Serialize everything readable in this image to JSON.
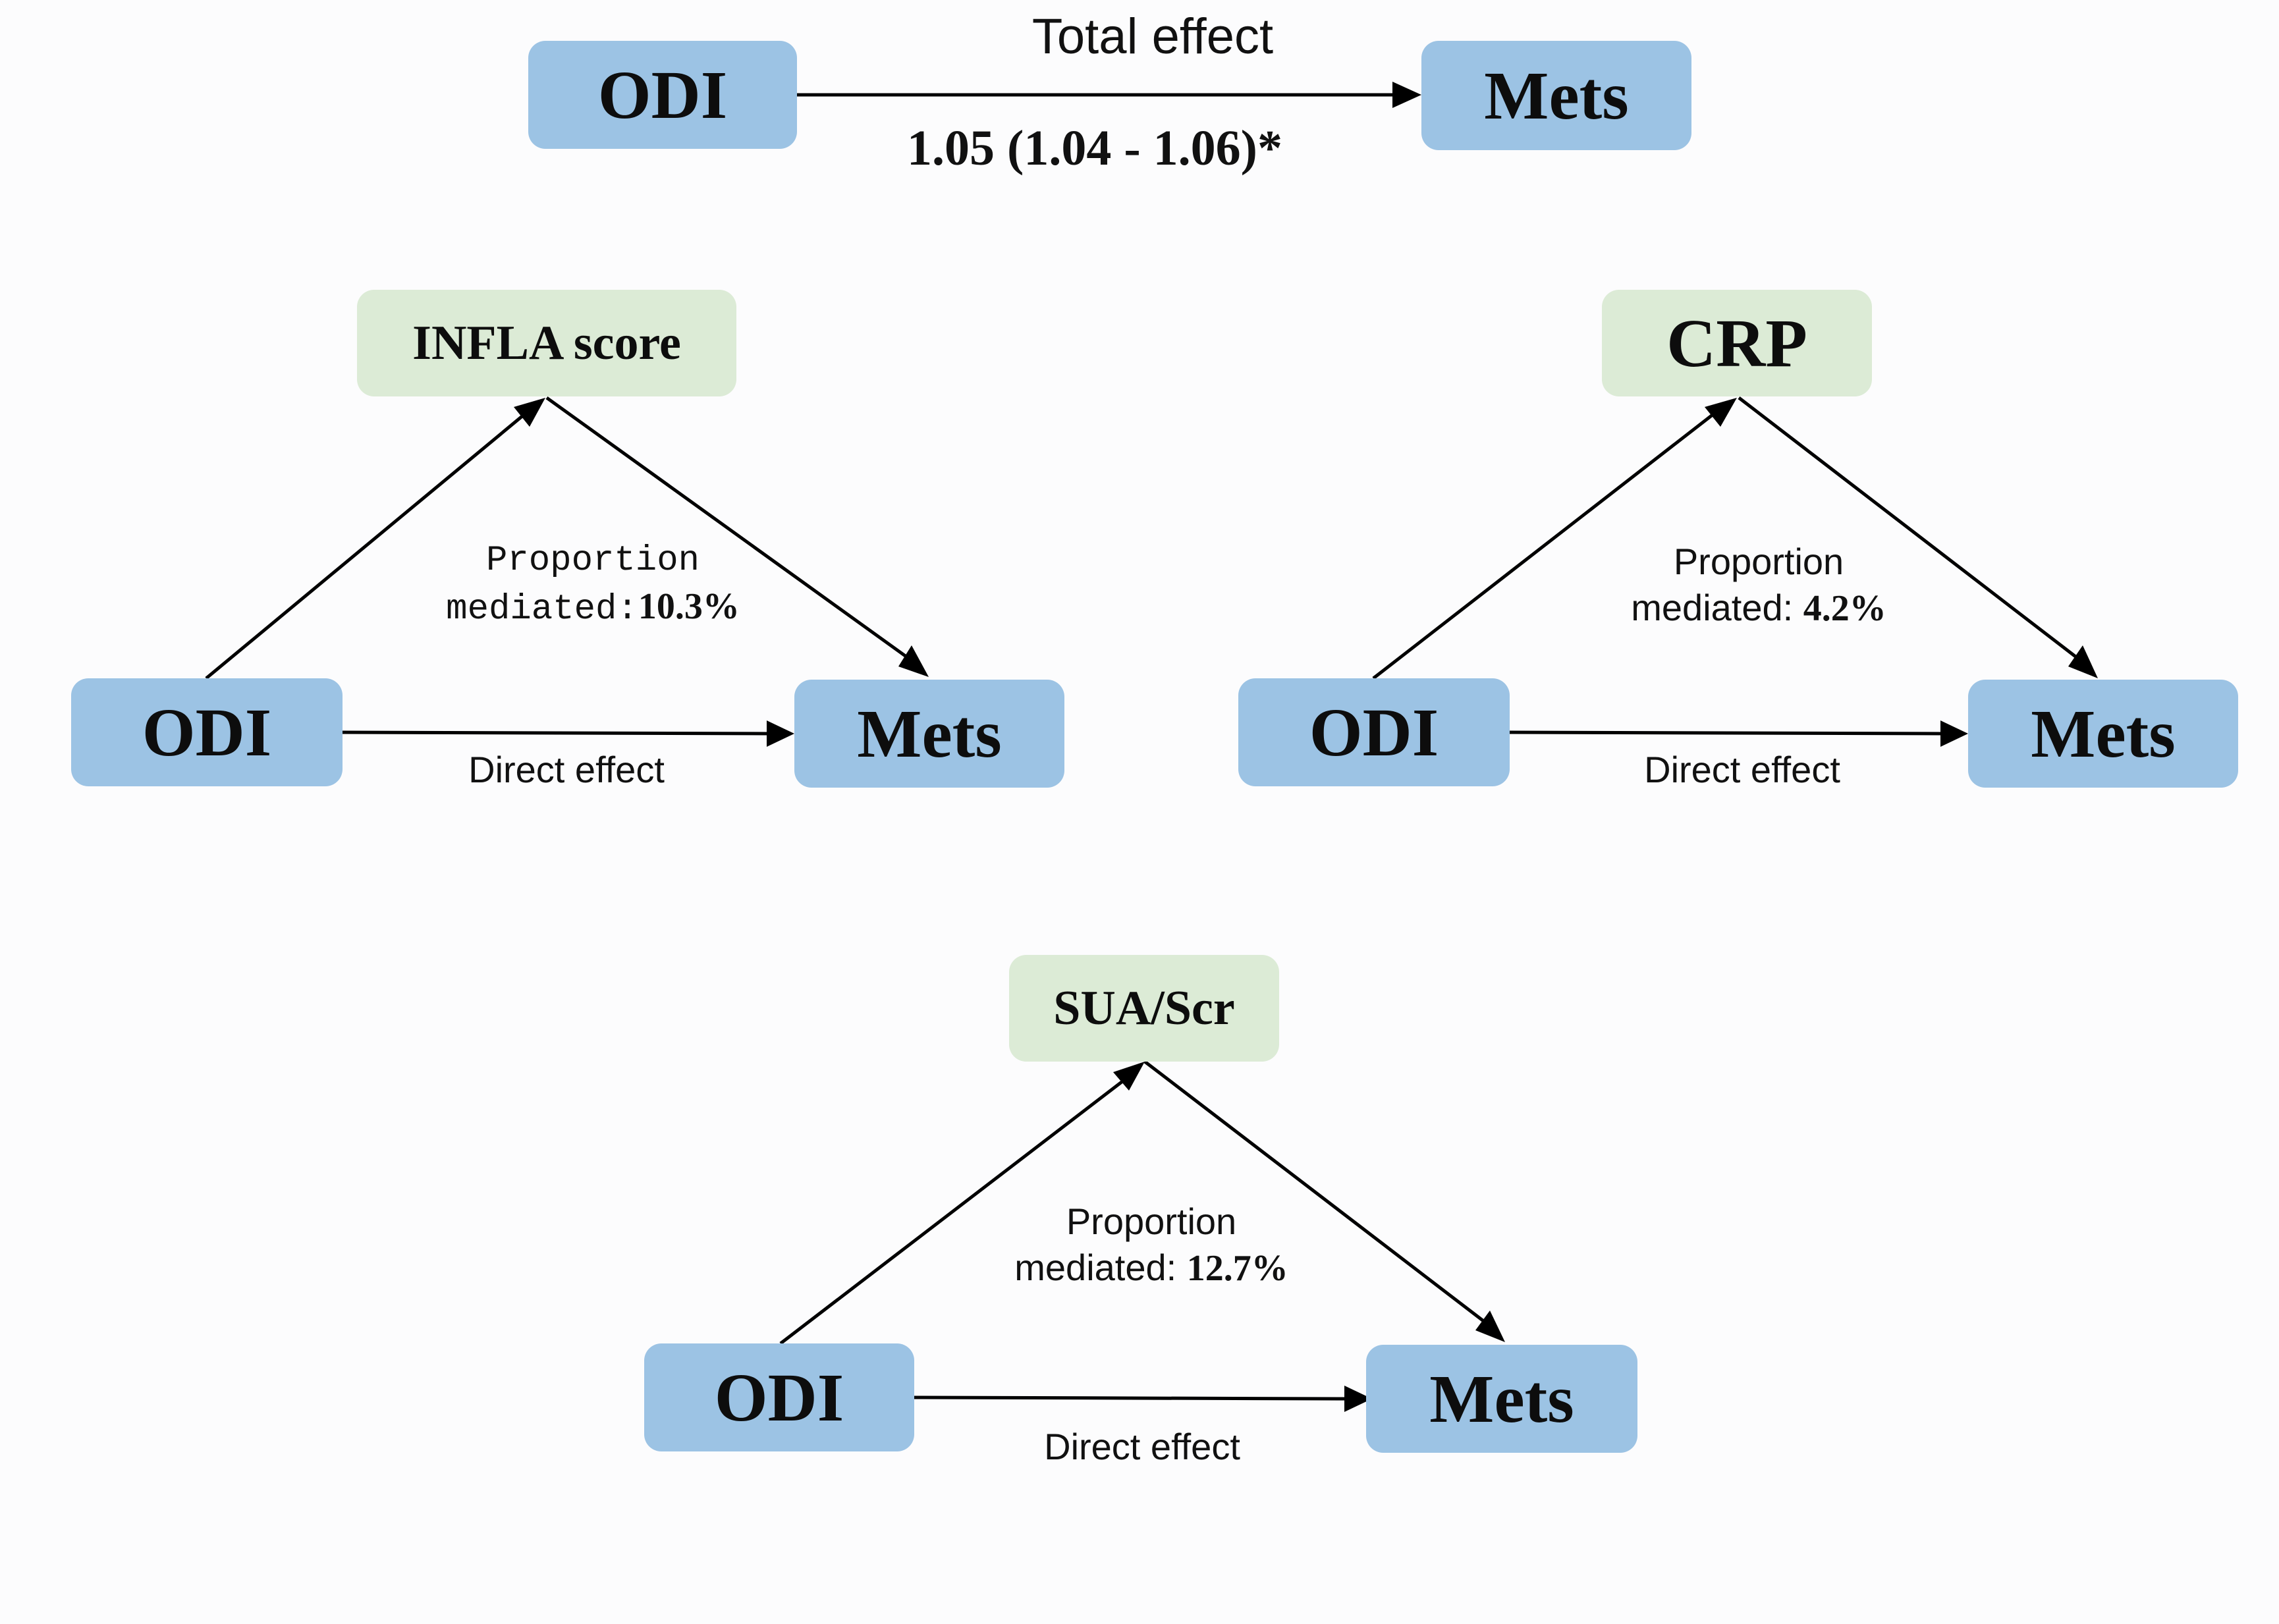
{
  "colors": {
    "outcome_box": "#9cc3e4",
    "mediator_box": "#dcebd6",
    "arrow": "#000000",
    "background": "#fcfcfd"
  },
  "total": {
    "exposure": "ODI",
    "outcome": "Mets",
    "effect_label": "Total effect",
    "estimate": "1.05 (1.04 - 1.06)*"
  },
  "panels": [
    {
      "mediator": "INFLA score",
      "exposure": "ODI",
      "outcome": "Mets",
      "direct_label": "Direct effect",
      "proportion_line1": "Proportion",
      "proportion_prefix": "mediated:",
      "proportion_value": "10.3%"
    },
    {
      "mediator": "CRP",
      "exposure": "ODI",
      "outcome": "Mets",
      "direct_label": "Direct effect",
      "proportion_line1": "Proportion",
      "proportion_prefix": "mediated: ",
      "proportion_value": "4.2%"
    },
    {
      "mediator": "SUA/Scr",
      "exposure": "ODI",
      "outcome": "Mets",
      "direct_label": "Direct effect",
      "proportion_line1": "Proportion",
      "proportion_prefix": "mediated: ",
      "proportion_value": "12.7%"
    }
  ]
}
